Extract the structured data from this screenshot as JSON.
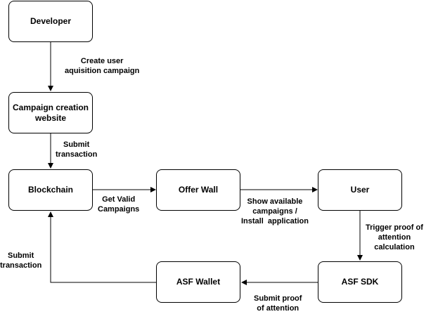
{
  "nodes": {
    "developer": "Developer",
    "campaign_site": "Campaign creation\nwebsite",
    "blockchain": "Blockchain",
    "offer_wall": "Offer Wall",
    "user": "User",
    "asf_sdk": "ASF SDK",
    "asf_wallet": "ASF Wallet"
  },
  "edges": {
    "developer_to_site": "Create user\naquisition campaign",
    "site_to_blockchain": "Submit\ntransaction",
    "blockchain_to_offerwall": "Get Valid\nCampaigns",
    "offerwall_to_user": "Show available\ncampaigns /\nInstall  application",
    "user_to_sdk": "Trigger proof of\nattention\ncalculation",
    "sdk_to_wallet": "Submit proof\nof attention",
    "wallet_to_blockchain": "Submit\ntransaction"
  }
}
